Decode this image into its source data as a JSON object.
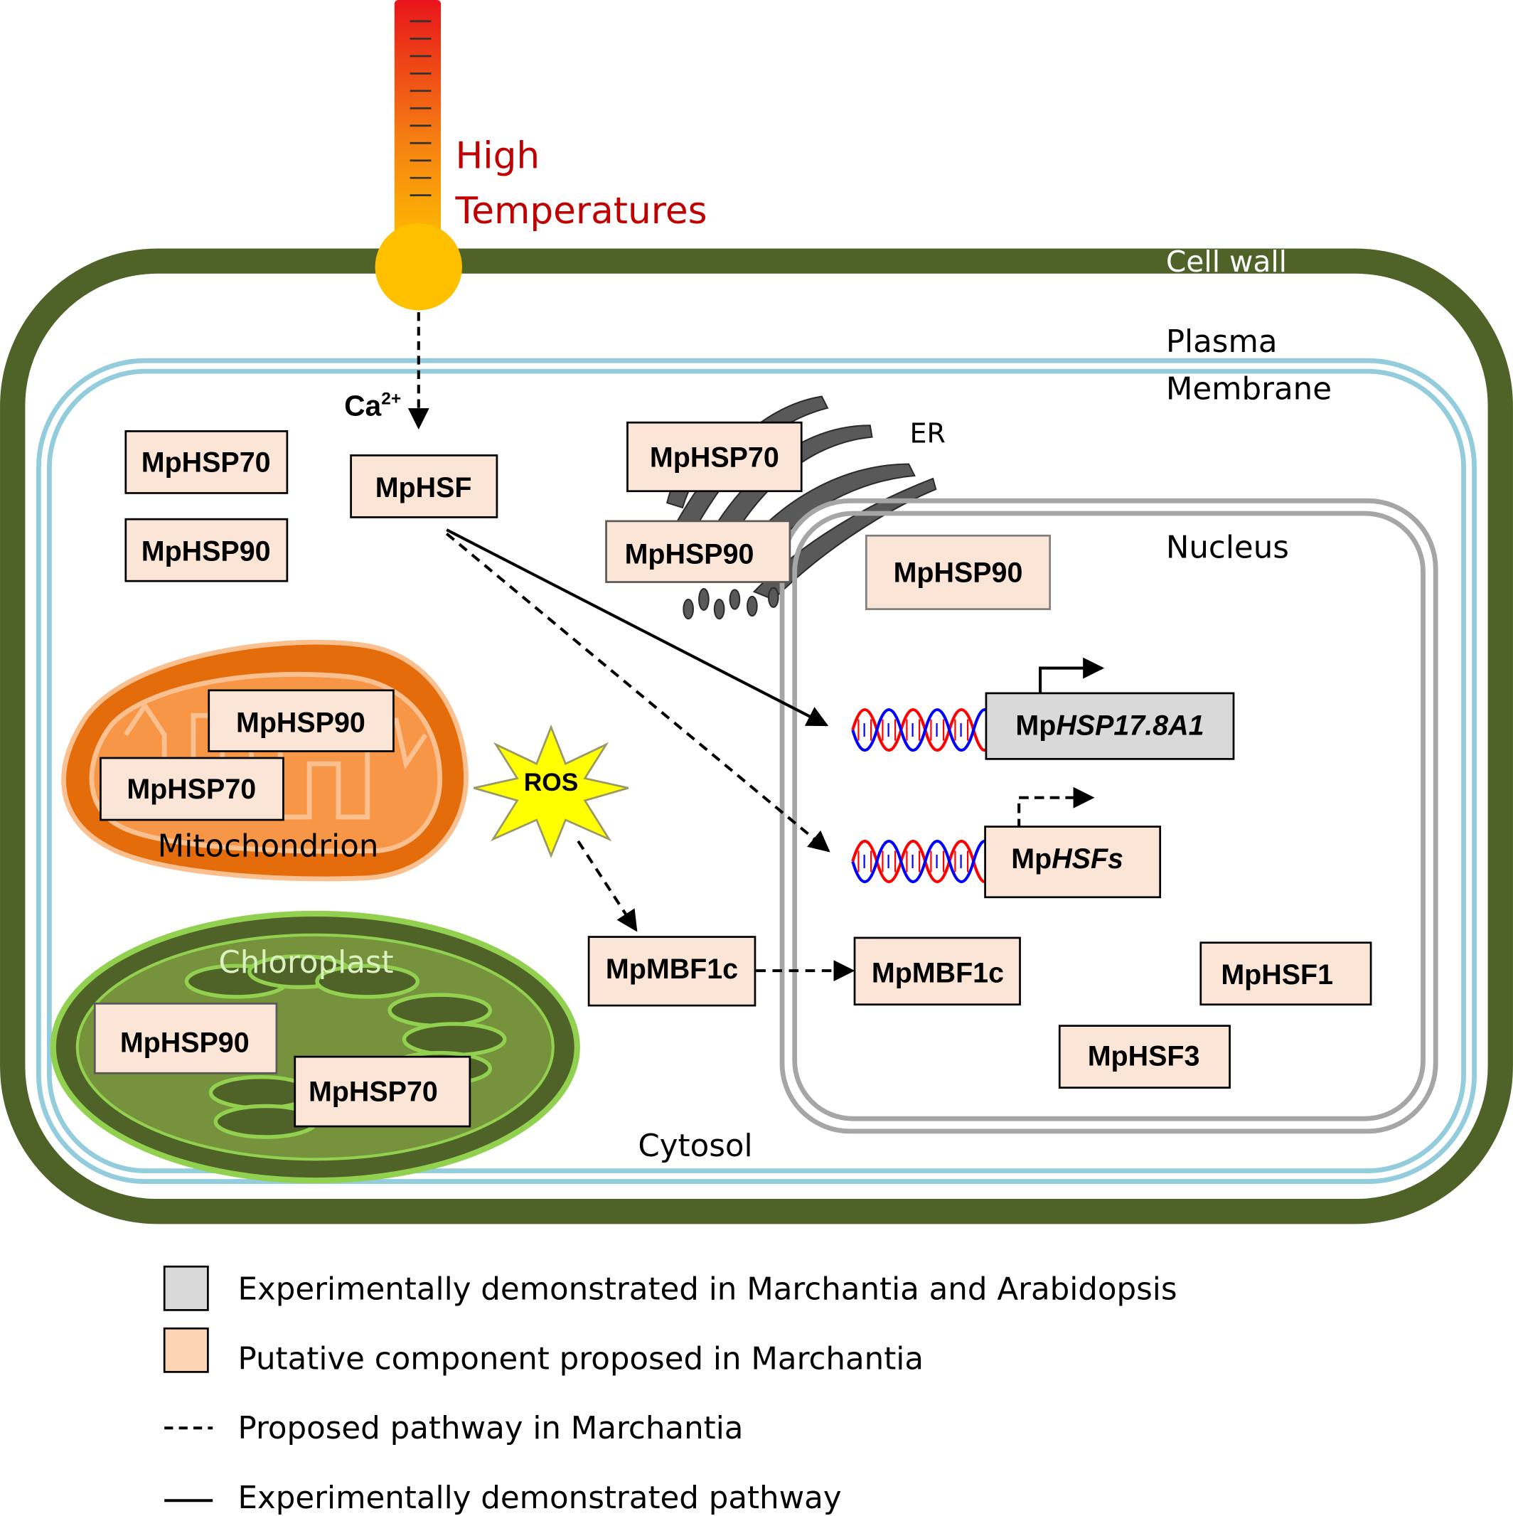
{
  "heat": {
    "label_line1": "High",
    "label_line2": "Temperatures",
    "color": "#c00000"
  },
  "compartments": {
    "cell_wall": "Cell wall",
    "plasma_membrane_line1": "Plasma",
    "plasma_membrane_line2": "Membrane",
    "er": "ER",
    "nucleus": "Nucleus",
    "mitochondrion": "Mitochondrion",
    "chloroplast": "Chloroplast",
    "cytosol": "Cytosol"
  },
  "signals": {
    "calcium_base": "Ca",
    "calcium_charge": "2+",
    "ros": "ROS"
  },
  "proteins": {
    "cytosol_hsp70": "MpHSP70",
    "cytosol_hsp90": "MpHSP90",
    "hsf": "MpHSF",
    "er_hsp70": "MpHSP70",
    "er_hsp90": "MpHSP90",
    "nucleus_hsp90": "MpHSP90",
    "mito_hsp90": "MpHSP90",
    "mito_hsp70": "MpHSP70",
    "chloro_hsp90": "MpHSP90",
    "chloro_hsp70": "MpHSP70",
    "mbf1c_cytosol": "MpMBF1c",
    "mbf1c_nucleus": "MpMBF1c",
    "hsf1": "MpHSF1",
    "hsf3": "MpHSF3"
  },
  "genes": {
    "hsp17_prefix": "Mp",
    "hsp17_italic": "HSP17.8A1",
    "hsfs_prefix": "Mp",
    "hsfs_italic": "HSFs"
  },
  "legend": {
    "gray_box": "Experimentally demonstrated in Marchantia and Arabidopsis",
    "peach_box": "Putative component proposed in Marchantia",
    "dashed_line": "Proposed pathway in Marchantia",
    "solid_line": "Experimentally demonstrated pathway"
  },
  "colors": {
    "cell_wall": "#4f6228",
    "plasma_membrane": "#93cddd",
    "nucleus_envelope": "#a6a6a6",
    "er": "#595959",
    "mitochondrion_outer": "#e46c0a",
    "mitochondrion_inner": "#f79646",
    "chloroplast_outer": "#92d050",
    "chloroplast_fill": "#4f6228",
    "chloroplast_stroma": "#76923c",
    "peach_fill": "#fbe5d6",
    "gray_fill": "#d9d9d9",
    "ros_fill": "#ffff00",
    "dna_strand_1": "#ff0000",
    "dna_strand_2": "#0000ff"
  }
}
